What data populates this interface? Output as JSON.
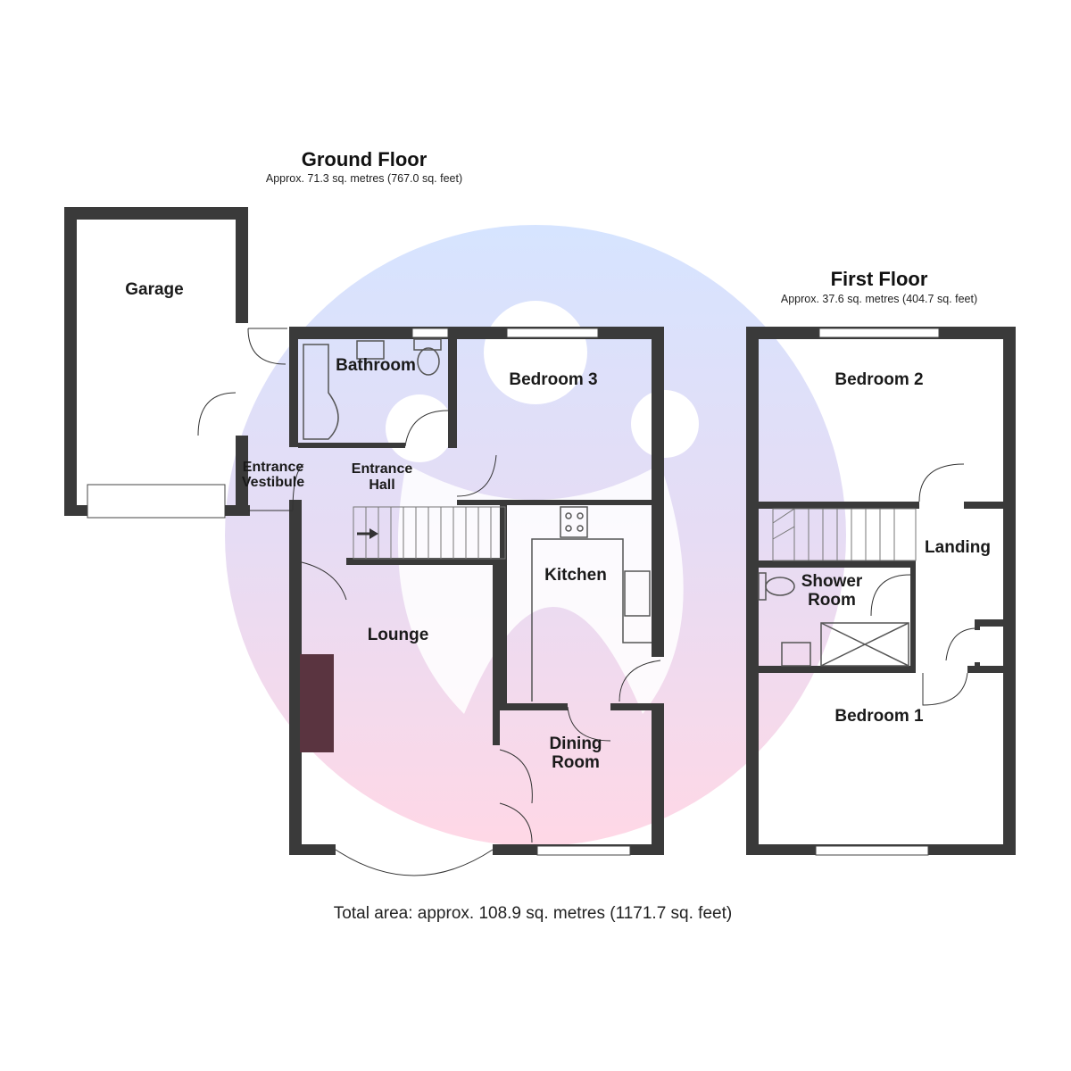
{
  "ground_floor": {
    "title": "Ground Floor",
    "area": "Approx. 71.3 sq. metres (767.0 sq. feet)",
    "rooms": {
      "garage": "Garage",
      "bathroom": "Bathroom",
      "bedroom3": "Bedroom 3",
      "vestibule_line1": "Entrance",
      "vestibule_line2": "Vestibule",
      "hall_line1": "Entrance",
      "hall_line2": "Hall",
      "kitchen": "Kitchen",
      "lounge": "Lounge",
      "dining_line1": "Dining",
      "dining_line2": "Room"
    }
  },
  "first_floor": {
    "title": "First Floor",
    "area": "Approx. 37.6 sq. metres (404.7 sq. feet)",
    "rooms": {
      "bedroom2": "Bedroom 2",
      "landing": "Landing",
      "shower_line1": "Shower",
      "shower_line2": "Room",
      "bedroom1": "Bedroom 1"
    }
  },
  "total_area": "Total area: approx. 108.9 sq. metres (1171.7 sq. feet)",
  "watermark_colors": {
    "top": "#cfe2ff",
    "bottom": "#ffd6e6",
    "wall": "#3a3a3a",
    "chimney": "#5a3440"
  }
}
